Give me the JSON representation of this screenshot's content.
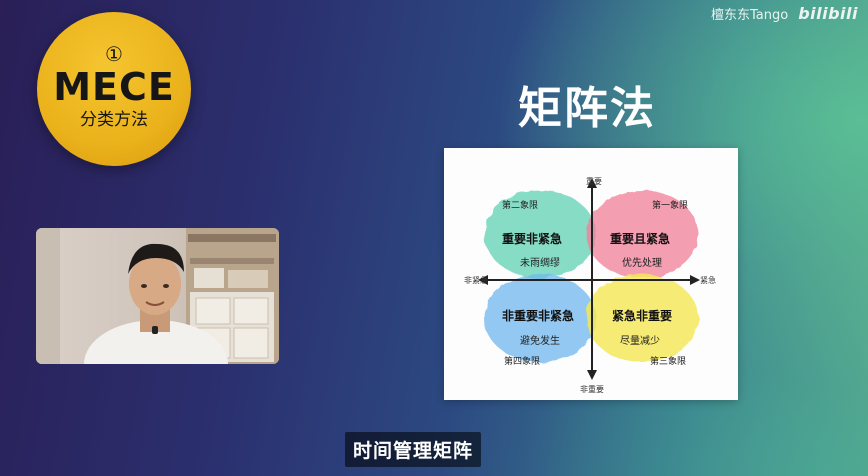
{
  "watermark": {
    "author": "檀东东Tango",
    "logo": "bilibili"
  },
  "badge": {
    "number": "①",
    "title": "MECE",
    "subtitle": "分类方法"
  },
  "slide_title": "矩阵法",
  "matrix": {
    "axis_top": "重要",
    "axis_bottom": "非重要",
    "axis_left": "非紧急",
    "axis_right": "紧急",
    "quadrants": [
      {
        "label": "第二象限",
        "title": "重要非紧急",
        "desc": "未雨绸缪",
        "color": "#5fd0b4"
      },
      {
        "label": "第一象限",
        "title": "重要且紧急",
        "desc": "优先处理",
        "color": "#f27d9a"
      },
      {
        "label": "第四象限",
        "title": "非重要非紧急",
        "desc": "避免发生",
        "color": "#6fb7ec"
      },
      {
        "label": "第三象限",
        "title": "紧急非重要",
        "desc": "尽量减少",
        "color": "#f4e85c"
      }
    ]
  },
  "caption": "时间管理矩阵"
}
